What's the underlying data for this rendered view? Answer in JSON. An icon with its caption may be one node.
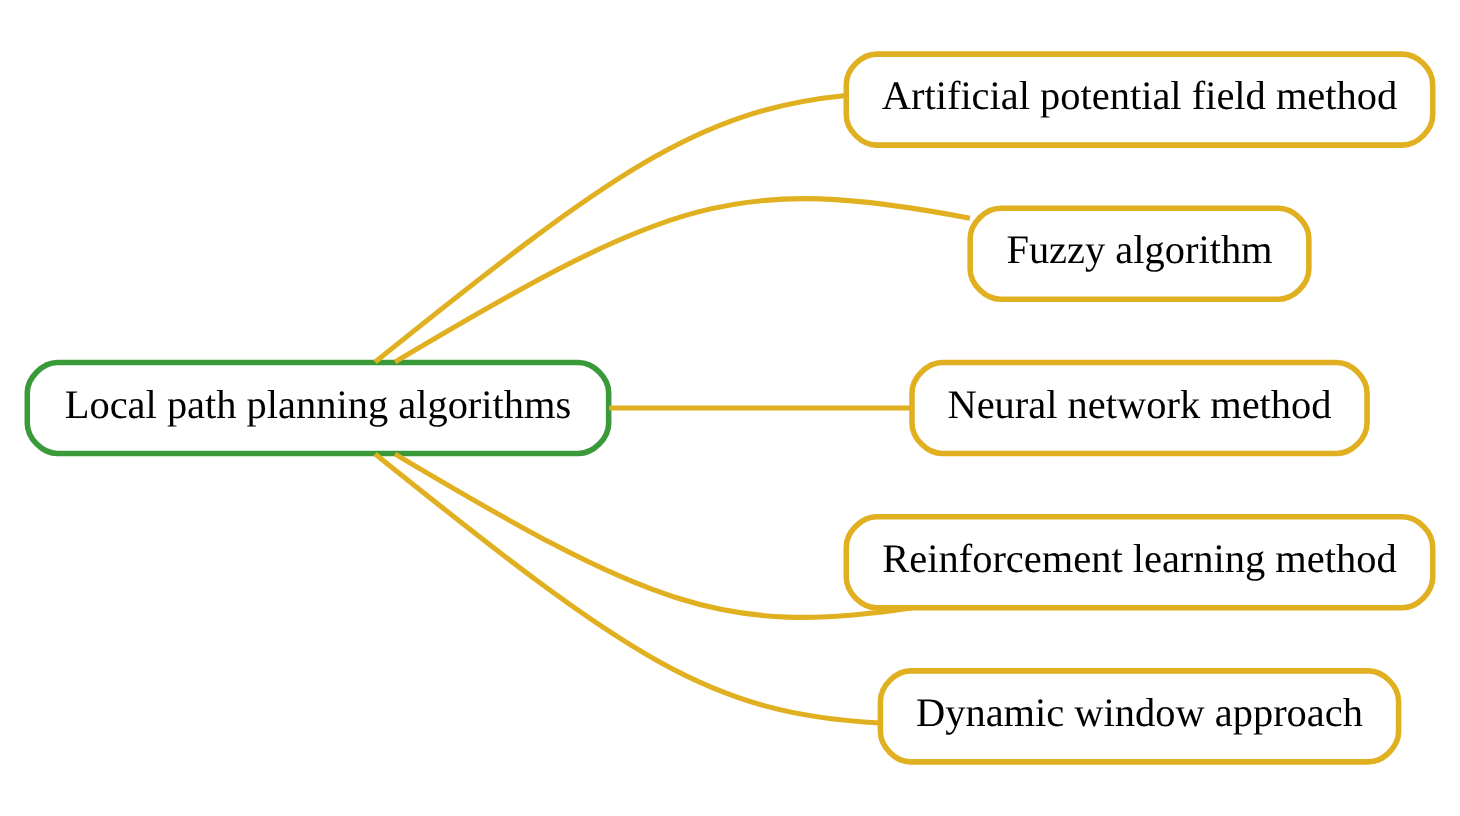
{
  "diagram": {
    "nodes": [
      {
        "text": [
          "Local path planning algorithms"
        ]
      },
      {
        "text": [
          "Artificial potential field method"
        ]
      },
      {
        "text": [
          "Fuzzy algorithm"
        ]
      },
      {
        "text": [
          "Neural network method"
        ]
      },
      {
        "text": [
          "Reinforcement learning method"
        ]
      },
      {
        "text": [
          "Dynamic window approach"
        ]
      }
    ],
    "edges": [
      {
        "from": 0,
        "to": 1,
        "arrow": "none"
      },
      {
        "from": 0,
        "to": 2,
        "arrow": "none"
      },
      {
        "from": 0,
        "to": 3,
        "arrow": "none"
      },
      {
        "from": 0,
        "to": 4,
        "arrow": "none"
      },
      {
        "from": 0,
        "to": 5,
        "arrow": "none"
      }
    ]
  }
}
